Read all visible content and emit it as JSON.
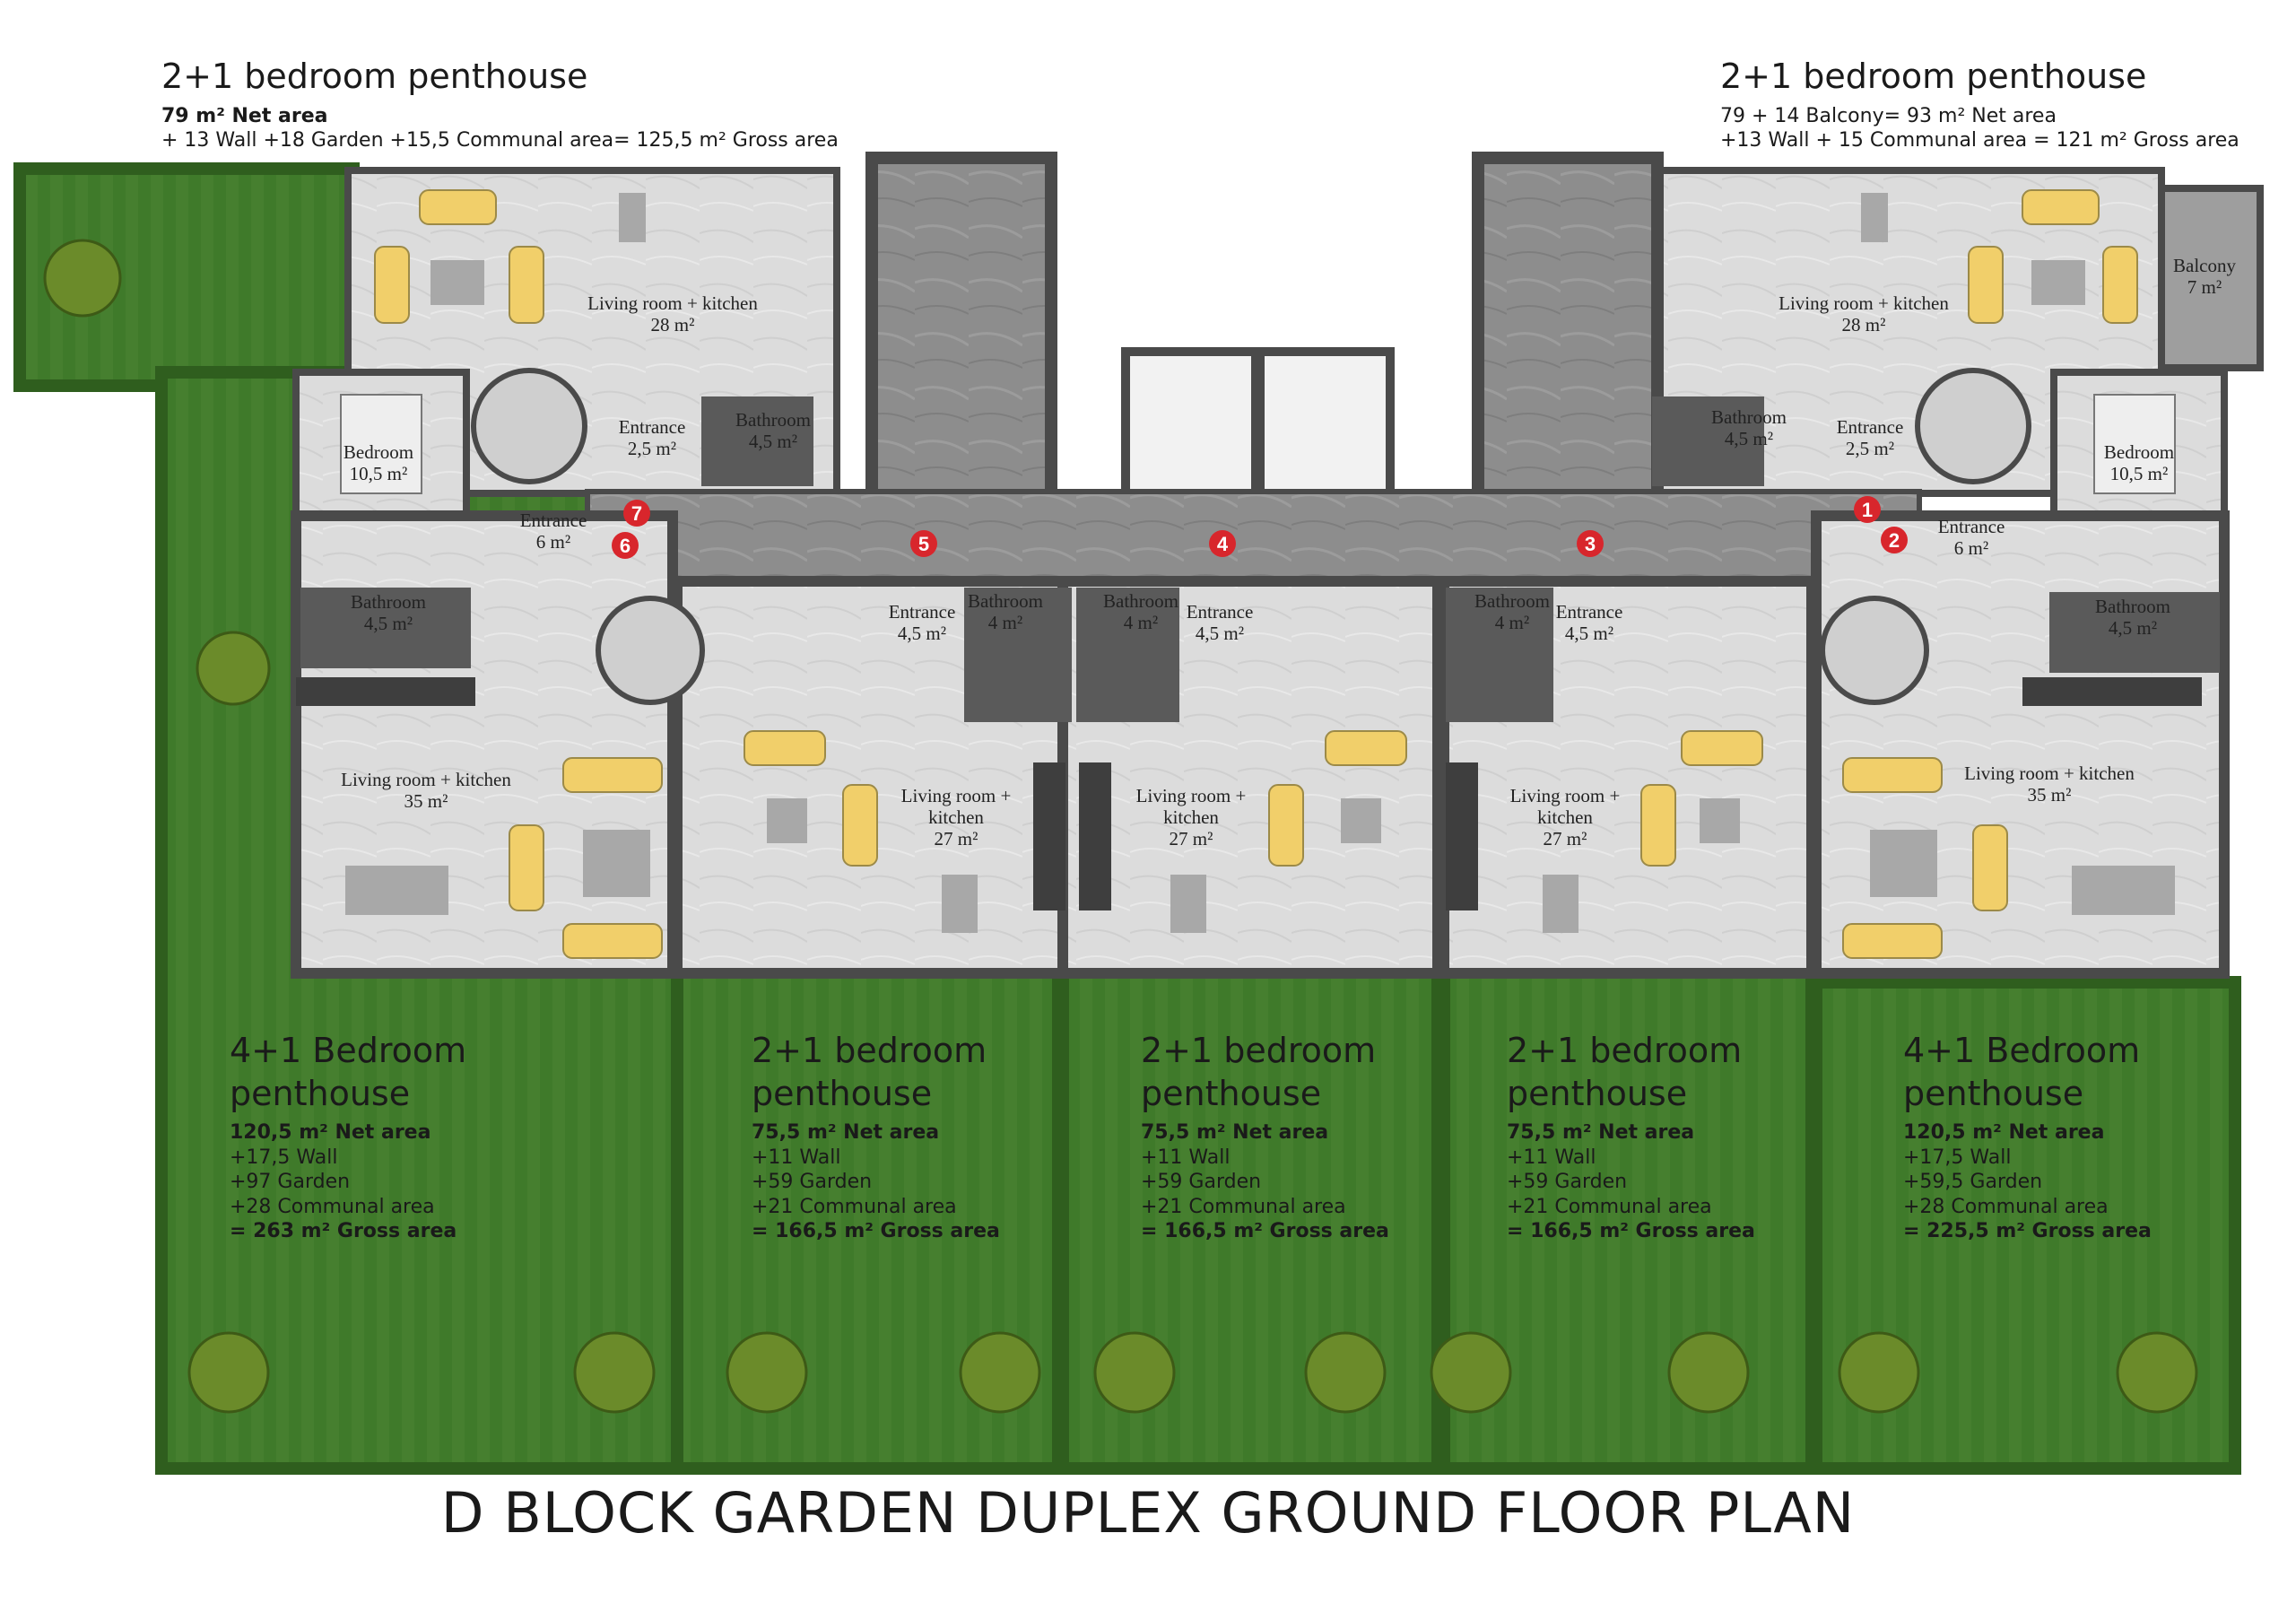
{
  "title": "D BLOCK GARDEN DUPLEX GROUND FLOOR PLAN",
  "top_captions": [
    {
      "title": "2+1 bedroom penthouse",
      "line1": "79 m² Net area",
      "line2": "+ 13 Wall +18 Garden +15,5 Communal area= 125,5 m² Gross area"
    },
    {
      "title": "2+1 bedroom penthouse",
      "line1": "79 + 14 Balcony= 93 m² Net area",
      "line2": "+13 Wall + 15 Communal area = 121 m² Gross area"
    }
  ],
  "bottom_captions": [
    {
      "title": "4+1 Bedroom penthouse",
      "lines": [
        "120,5 m² Net area",
        "+17,5 Wall",
        "+97 Garden",
        "+28 Communal area",
        "= 263 m² Gross area"
      ]
    },
    {
      "title": "2+1 bedroom penthouse",
      "lines": [
        "75,5 m² Net area",
        "+11 Wall",
        "+59 Garden",
        "+21 Communal area",
        "= 166,5 m² Gross area"
      ]
    },
    {
      "title": "2+1 bedroom penthouse",
      "lines": [
        "75,5 m² Net area",
        "+11 Wall",
        "+59 Garden",
        "+21 Communal area",
        "= 166,5 m² Gross area"
      ]
    },
    {
      "title": "2+1 bedroom penthouse",
      "lines": [
        "75,5 m² Net area",
        "+11 Wall",
        "+59 Garden",
        "+21 Communal area",
        "= 166,5 m² Gross area"
      ]
    },
    {
      "title": "4+1 Bedroom penthouse",
      "lines": [
        "120,5 m² Net area",
        "+17,5 Wall",
        "+59,5 Garden",
        "+28 Communal area",
        "= 225,5 m² Gross area"
      ]
    }
  ],
  "rooms": {
    "living_tl": [
      "Living room + kitchen",
      "28 m²"
    ],
    "living_tr": [
      "Living room + kitchen",
      "28 m²"
    ],
    "balcony_tr": [
      "Balcony",
      "7 m²"
    ],
    "bedroom_l": [
      "Bedroom",
      "10,5 m²"
    ],
    "bedroom_r": [
      "Bedroom",
      "10,5 m²"
    ],
    "entrance_tl": [
      "Entrance",
      "2,5 m²"
    ],
    "entrance_tr": [
      "Entrance",
      "2,5 m²"
    ],
    "bath_tl": [
      "Bathroom",
      "4,5 m²"
    ],
    "bath_tr": [
      "Bathroom",
      "4,5 m²"
    ],
    "entrance_l": [
      "Entrance",
      "6 m²"
    ],
    "entrance_r": [
      "Entrance",
      "6 m²"
    ],
    "bath_l": [
      "Bathroom",
      "4,5 m²"
    ],
    "bath_r": [
      "Bathroom",
      "4,5 m²"
    ],
    "living_l": [
      "Living room + kitchen",
      "35 m²"
    ],
    "living_r": [
      "Living room + kitchen",
      "35 m²"
    ],
    "entrance_u2": [
      "Entrance",
      "4,5 m²"
    ],
    "bath_u2": [
      "Bathroom",
      "4 m²"
    ],
    "living_u2": [
      "Living room +",
      "kitchen",
      "27 m²"
    ],
    "bath_u3": [
      "Bathroom",
      "4 m²"
    ],
    "entrance_u3": [
      "Entrance",
      "4,5 m²"
    ],
    "living_u3": [
      "Living room +",
      "kitchen",
      "27 m²"
    ],
    "bath_u4": [
      "Bathroom",
      "4 m²"
    ],
    "entrance_u4": [
      "Entrance",
      "4,5 m²"
    ],
    "living_u4": [
      "Living room +",
      "kitchen",
      "27 m²"
    ]
  },
  "markers": [
    "1",
    "2",
    "3",
    "4",
    "5",
    "6",
    "7"
  ],
  "colors": {
    "grass": "#3f7a2a",
    "grass_border": "#2f5e1e",
    "floor": "#dedede",
    "corridor": "#8a8a8a",
    "wall": "#4a4a4a",
    "furniture": "#f1cf6a",
    "marker": "#d8262c"
  }
}
